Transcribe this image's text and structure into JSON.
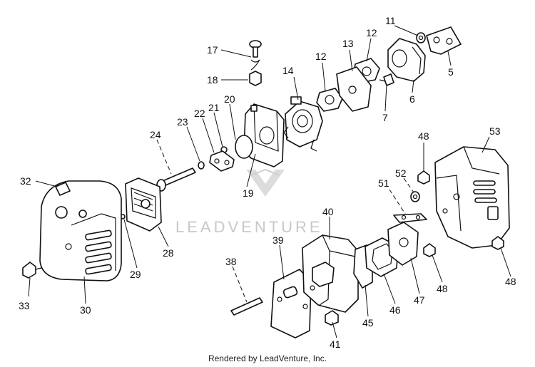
{
  "watermark": {
    "text": "LEADVENTURE"
  },
  "footer": {
    "text": "Rendered by LeadVenture, Inc."
  },
  "labels": {
    "p5": "5",
    "p6": "6",
    "p7": "7",
    "p11": "11",
    "p12a": "12",
    "p12b": "12",
    "p13": "13",
    "p14": "14",
    "p17": "17",
    "p18": "18",
    "p19": "19",
    "p20": "20",
    "p21": "21",
    "p22": "22",
    "p23": "23",
    "p24": "24",
    "p28": "28",
    "p29": "29",
    "p30": "30",
    "p32": "32",
    "p33": "33",
    "p38": "38",
    "p39": "39",
    "p40": "40",
    "p41": "41",
    "p45": "45",
    "p46": "46",
    "p47": "47",
    "p48a": "48",
    "p48b": "48",
    "p48c": "48",
    "p51": "51",
    "p52": "52",
    "p53": "53"
  }
}
